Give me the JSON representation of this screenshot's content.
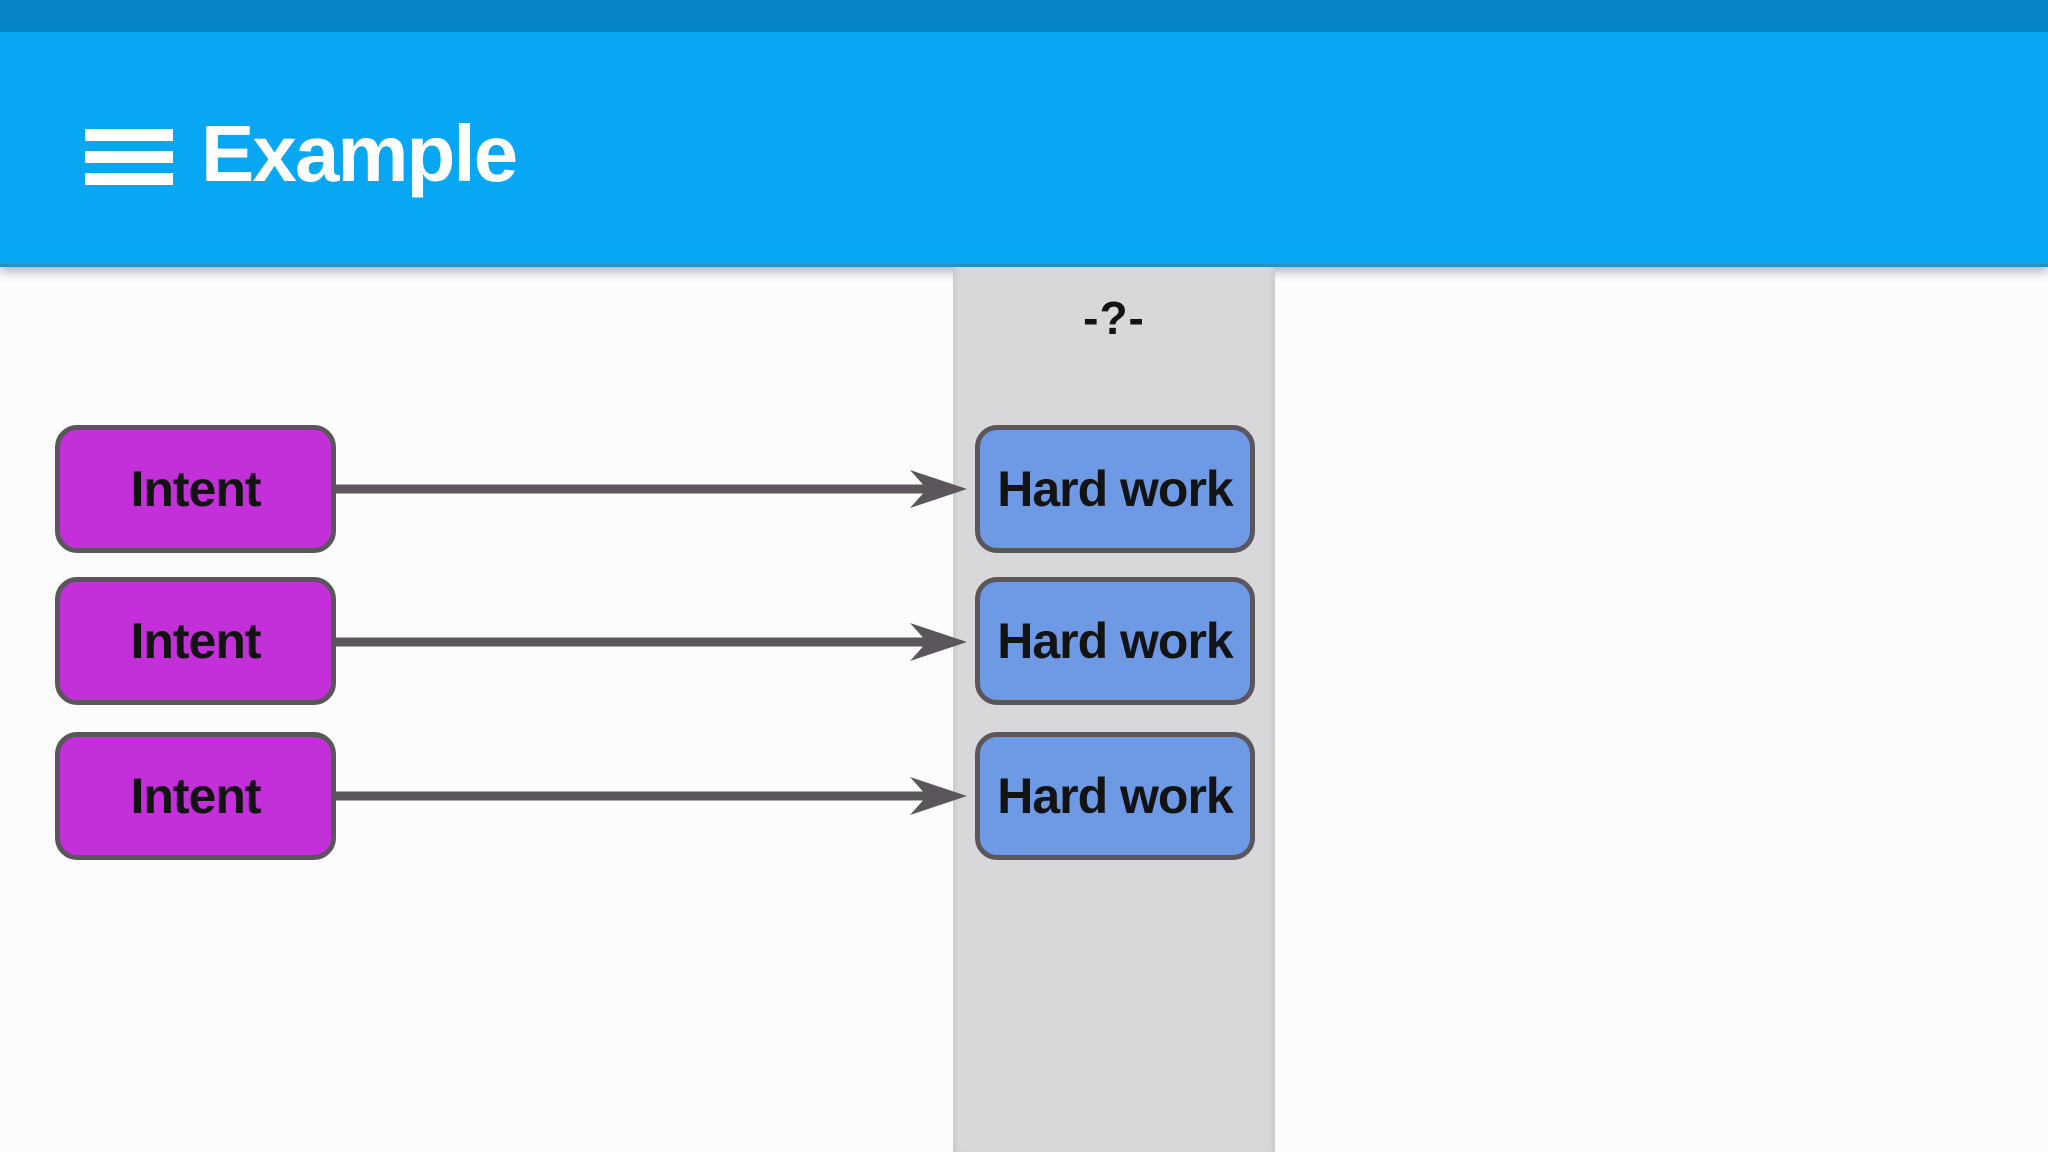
{
  "header": {
    "title": "Example",
    "menu_icon": "hamburger-menu",
    "colors": {
      "status_strip": "#0685ca",
      "header_background": "#07a7f3",
      "title_text": "#ffffff"
    }
  },
  "diagram": {
    "column_label": "-?-",
    "rows": [
      {
        "intent": "Intent",
        "work": "Hard work"
      },
      {
        "intent": "Intent",
        "work": "Hard work"
      },
      {
        "intent": "Intent",
        "work": "Hard work"
      }
    ],
    "colors": {
      "intent_fill": "#c32fd9",
      "work_fill": "#6d99e5",
      "column_fill": "#d8d7d9",
      "connector_stroke": "#5a565c",
      "label_text": "#131313",
      "background": "#fcfcfc"
    }
  }
}
